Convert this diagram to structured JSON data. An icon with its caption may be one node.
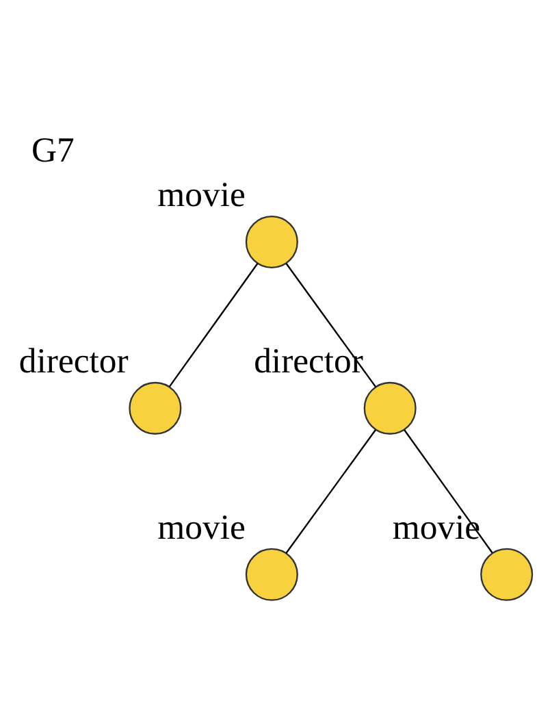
{
  "diagram": {
    "title": "G7",
    "nodes": [
      {
        "text": [],
        "shape": "circle",
        "beside": [
          "movie"
        ]
      },
      {
        "text": [],
        "shape": "circle",
        "beside": [
          "director"
        ]
      },
      {
        "text": [],
        "shape": "circle",
        "beside": [
          "director"
        ]
      },
      {
        "text": [],
        "shape": "circle",
        "beside": [
          "movie"
        ]
      },
      {
        "text": [],
        "shape": "circle",
        "beside": [
          "movie"
        ]
      }
    ],
    "edges": [
      {
        "from": 0,
        "to": 1,
        "arrow": "none"
      },
      {
        "from": 0,
        "to": 2,
        "arrow": "none"
      },
      {
        "from": 2,
        "to": 3,
        "arrow": "none"
      },
      {
        "from": 2,
        "to": 4,
        "arrow": "none"
      }
    ]
  }
}
